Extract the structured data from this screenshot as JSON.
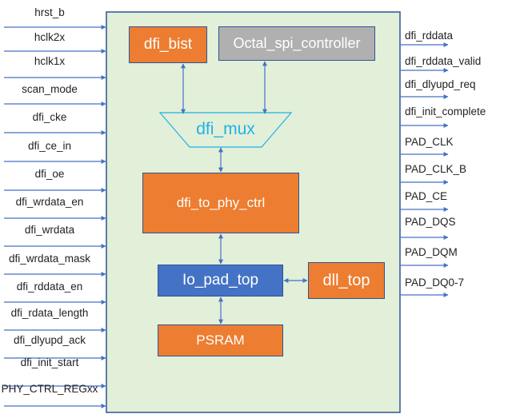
{
  "inputs": [
    "hrst_b",
    "hclk2x",
    "hclk1x",
    "scan_mode",
    "dfi_cke",
    "dfi_ce_in",
    "dfi_oe",
    "dfi_wrdata_en",
    "dfi_wrdata",
    "dfi_wrdata_mask",
    "dfi_rddata_en",
    "dfi_rdata_length",
    "dfi_dlyupd_ack",
    "dfi_init_start",
    "PHY_CTRL_REGxx"
  ],
  "outputs": [
    "dfi_rddata",
    "dfi_rddata_valid",
    "dfi_dlyupd_req",
    "dfi_init_complete",
    "PAD_CLK",
    "PAD_CLK_B",
    "PAD_CE",
    "PAD_DQS",
    "PAD_DQM",
    "PAD_DQ0-7"
  ],
  "blocks": {
    "dfi_bist": "dfi_bist",
    "octal_spi_controller": "Octal_spi_controller",
    "dfi_mux": "dfi_mux",
    "dfi_to_phy_ctrl": "dfi_to_phy_ctrl",
    "io_pad_top": "Io_pad_top",
    "dll_top": "dll_top",
    "psram": "PSRAM"
  },
  "colors": {
    "outer_fill": "#e2efd9",
    "outer_border": "#2f5496",
    "arrow": "#4472c4",
    "orange_block": "#ed7d31",
    "gray_block": "#b0b0b0",
    "blue_block": "#4472c4",
    "mux_text": "#20b2e4"
  }
}
